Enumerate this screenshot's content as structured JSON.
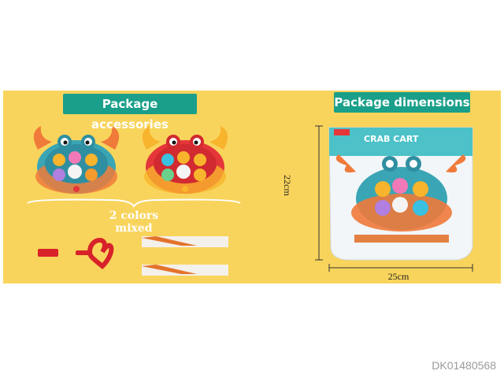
{
  "accessories": {
    "title": "Package accessories",
    "colors_note": "2 colors mixed"
  },
  "dimensions": {
    "title": "Package dimensions",
    "height": "22cm",
    "width": "25cm"
  },
  "package_label": "CRAB CART",
  "sku": "DK01480568",
  "colors": {
    "banner": "#f9d45c",
    "label": "#1a9f8a",
    "teal_crab": "#3aa5b4",
    "red_crab": "#e5363a"
  }
}
